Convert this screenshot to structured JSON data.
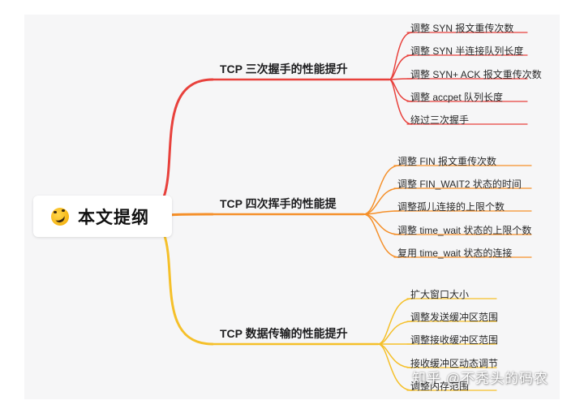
{
  "root": {
    "label": "本文提纲"
  },
  "branches": [
    {
      "label": "TCP 三次握手的性能提升",
      "color": "#e8413c",
      "items": [
        "调整 SYN 报文重传次数",
        "调整 SYN 半连接队列长度",
        "调整 SYN+ ACK 报文重传次数",
        "调整 accpet 队列长度",
        "绕过三次握手"
      ]
    },
    {
      "label": "TCP 四次挥手的性能提",
      "color": "#f5902a",
      "items": [
        "调整 FIN 报文重传次数",
        "调整 FIN_WAIT2 状态的时间",
        "调整孤儿连接的上限个数",
        "调整 time_wait 状态的上限个数",
        "复用 time_wait 状态的连接"
      ]
    },
    {
      "label": "TCP 数据传输的性能提升",
      "color": "#f5c02a",
      "items": [
        "扩大窗口大小",
        "调整发送缓冲区范围",
        "调整接收缓冲区范围",
        "接收缓冲区动态调节",
        "调整内存范围"
      ]
    }
  ],
  "watermark": "知乎 @不秃头的码农"
}
